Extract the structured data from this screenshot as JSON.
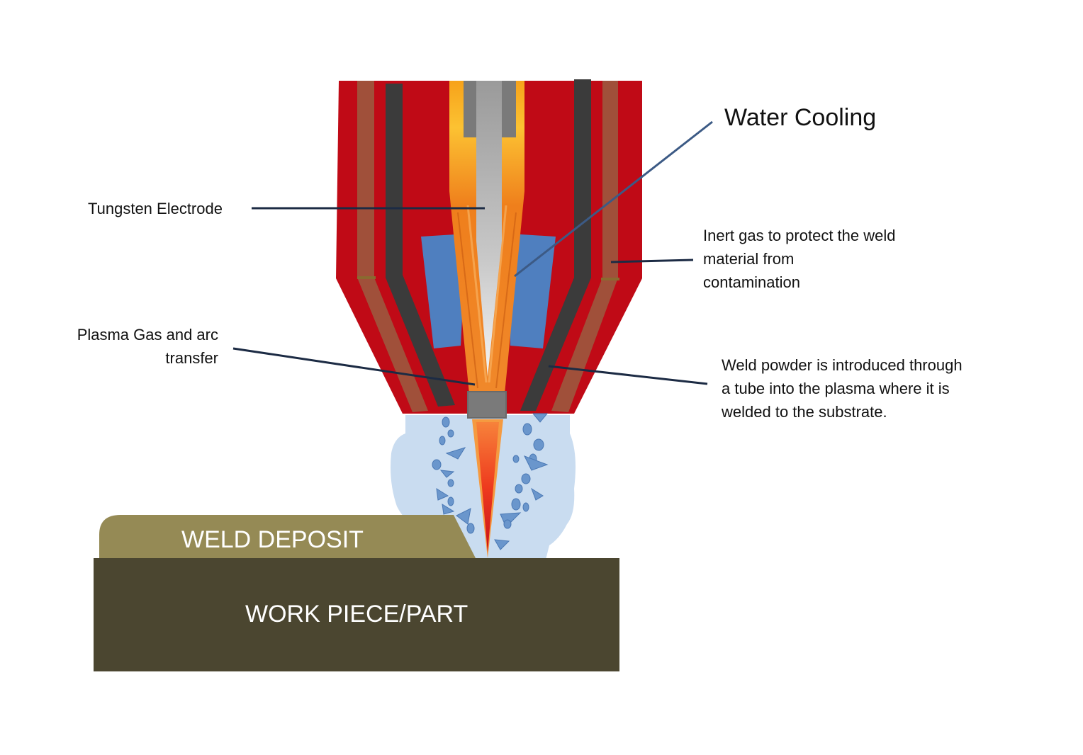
{
  "labels": {
    "water_cooling": "Water Cooling",
    "tungsten_electrode": "Tungsten Electrode",
    "inert_gas": [
      "Inert gas to protect the weld",
      "material  from",
      "contamination"
    ],
    "plasma_gas": [
      "Plasma Gas and arc",
      "transfer"
    ],
    "weld_powder": [
      "Weld powder is introduced through",
      "a tube into the plasma where it is",
      "welded to the substrate."
    ],
    "weld_deposit": "WELD DEPOSIT",
    "work_piece": "WORK PIECE/PART"
  },
  "colors": {
    "torch_body": "#c00a16",
    "copper_channel": "#a0503a",
    "dark_tube": "#3b3b3b",
    "water_jacket": "#4f7fbf",
    "electrode": "#a8a8a8",
    "plasma": "#f07a1a",
    "powder_cloud": "#c9dcf0",
    "powder_particle": "#5b8ac4",
    "weld_deposit": "#958a55",
    "work_piece": "#4b4630",
    "leader_line": "#1c2b44",
    "water_leader_line": "#3c5a85"
  }
}
